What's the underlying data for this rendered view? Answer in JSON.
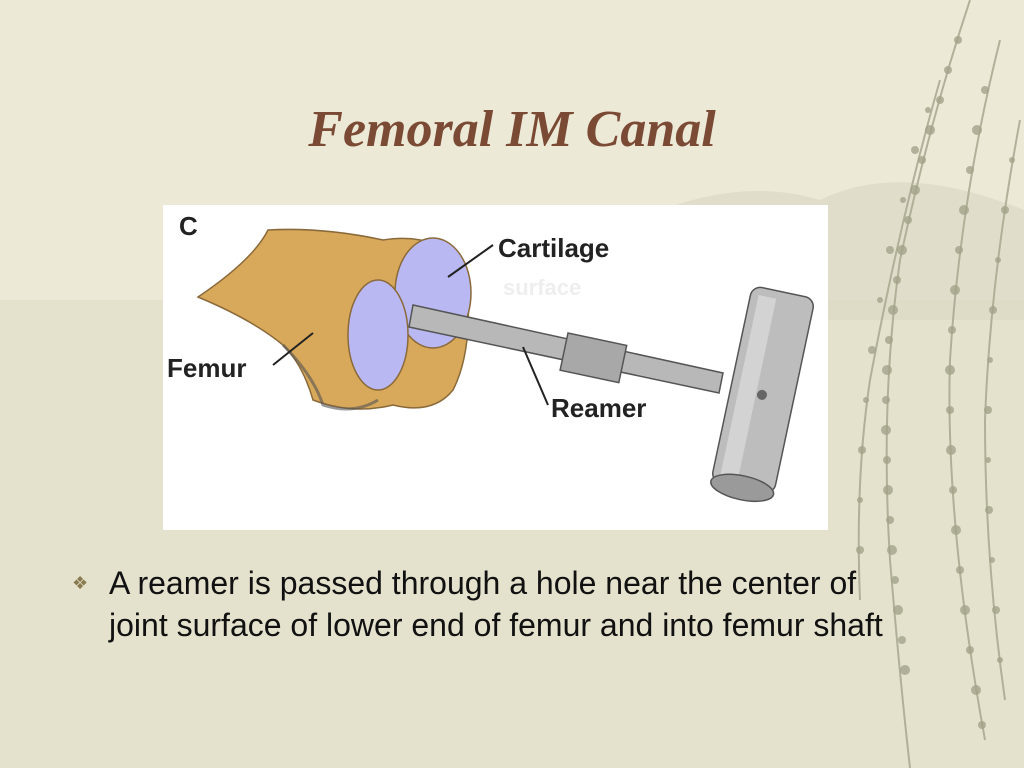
{
  "slide": {
    "title": "Femoral IM Canal",
    "figure": {
      "panel_letter": "C",
      "labels": {
        "cartilage": "Cartilage",
        "cartilage_sub": "surface",
        "femur": "Femur",
        "reamer": "Reamer"
      }
    },
    "bullets": [
      {
        "icon": "diamond-bullet-icon",
        "text": "A reamer is passed through a hole near the center of joint surface of lower end of femur and into femur shaft"
      }
    ]
  },
  "colors": {
    "background": "#e9e6d3",
    "title": "#7b4a35",
    "bone": "#d9a95b",
    "cartilage": "#b9b8f2",
    "metal": "#b8b8b8"
  }
}
